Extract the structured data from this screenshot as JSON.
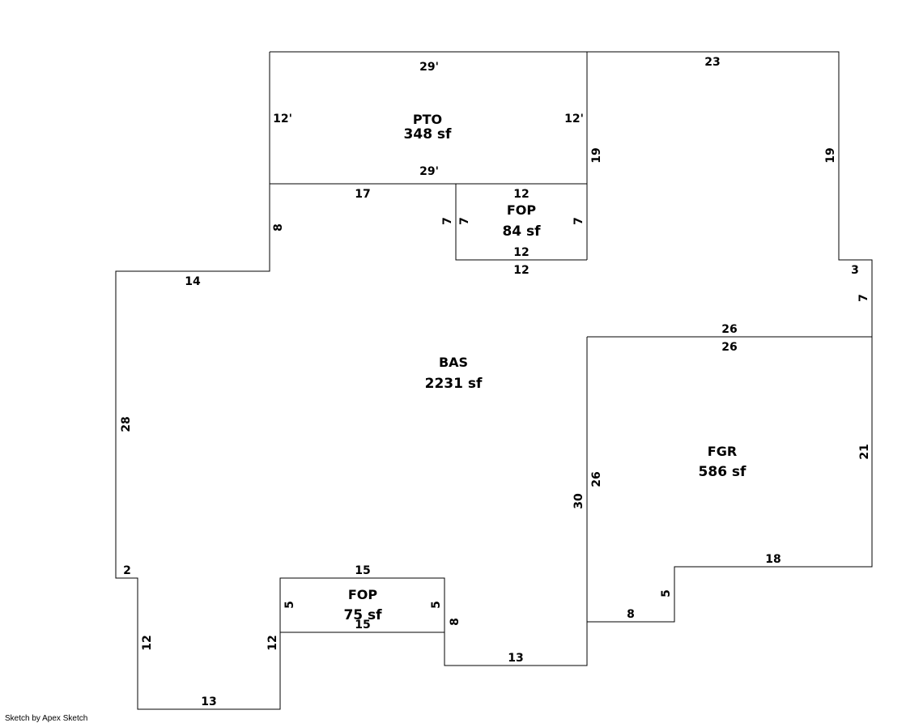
{
  "credit": "Sketch by Apex Sketch",
  "areas": {
    "pto": {
      "name": "PTO",
      "sf": "348 sf"
    },
    "fop_top": {
      "name": "FOP",
      "sf": "84 sf"
    },
    "bas": {
      "name": "BAS",
      "sf": "2231 sf"
    },
    "fgr": {
      "name": "FGR",
      "sf": "586 sf"
    },
    "fop_bottom": {
      "name": "FOP",
      "sf": "75 sf"
    }
  },
  "dims": {
    "pto_top": "29'",
    "pto_bottom": "29'",
    "pto_left": "12'",
    "pto_right": "12'",
    "top_right_23": "23",
    "right_19_a": "19",
    "right_19_b": "19",
    "top_17": "17",
    "fop_top_12_a": "12",
    "fop_top_12_b": "12",
    "fop_bottom_12_a": "12",
    "fop_7_a": "7",
    "fop_7_b": "7",
    "fop_7_c": "7",
    "left_8": "8",
    "left_14": "14",
    "right_3": "3",
    "right_7": "7",
    "fgr_26_a": "26",
    "fgr_26_b": "26",
    "left_28": "28",
    "fgr_21": "21",
    "fgr_26_side": "26",
    "bas_30": "30",
    "fgr_18": "18",
    "fgr_5": "5",
    "fgr_8": "8",
    "left_2": "2",
    "fop2_15_a": "15",
    "fop2_15_b": "15",
    "fop2_5_a": "5",
    "fop2_5_b": "5",
    "bas_8_bottom": "8",
    "bas_13_a": "13",
    "left_12_a": "12",
    "left_12_b": "12",
    "bottom_13": "13"
  }
}
